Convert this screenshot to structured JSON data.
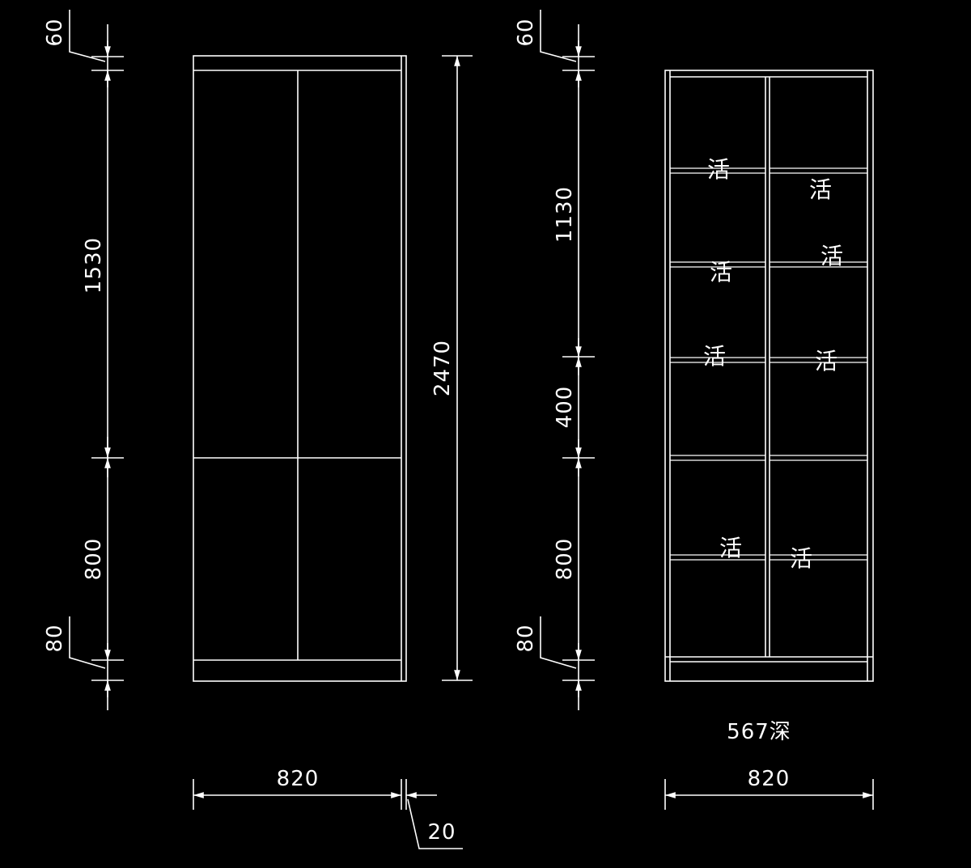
{
  "colors": {
    "background": "#000000",
    "line": "#ffffff"
  },
  "left_view": {
    "dims": {
      "top_60": "60",
      "upper_1530": "1530",
      "lower_800": "800",
      "bottom_80": "80",
      "total_2470": "2470",
      "width_820": "820",
      "side_20": "20"
    }
  },
  "right_view": {
    "dims": {
      "top_60": "60",
      "upper_1130": "1130",
      "mid_400": "400",
      "lower_800": "800",
      "bottom_80": "80",
      "width_820": "820"
    },
    "depth_note": "567深",
    "shelf_labels": [
      "活",
      "活",
      "活",
      "活",
      "活",
      "活",
      "活",
      "活"
    ]
  }
}
